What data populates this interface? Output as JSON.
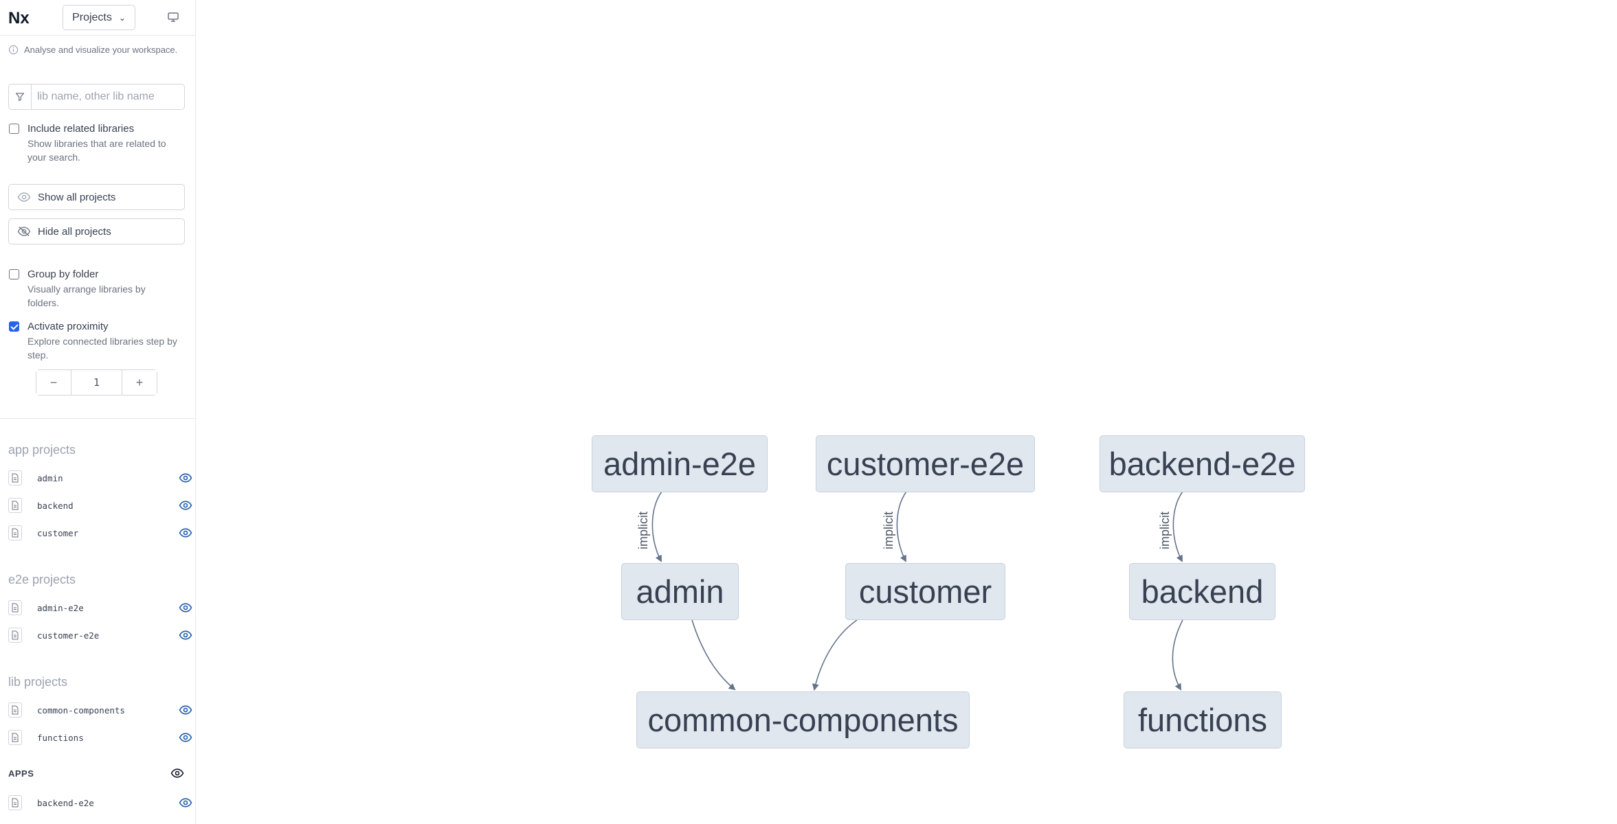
{
  "header": {
    "logo": "Nx",
    "select_value": "Projects",
    "select_options": [
      "Projects"
    ]
  },
  "info": {
    "text": "Analyse and visualize your workspace."
  },
  "filter": {
    "placeholder": "lib name, other lib name",
    "value": ""
  },
  "options": {
    "include_related": {
      "title": "Include related libraries",
      "description": "Show libraries that are related to your search.",
      "checked": false
    },
    "group_by_folder": {
      "title": "Group by folder",
      "description": "Visually arrange libraries by folders.",
      "checked": false
    },
    "activate_proximity": {
      "title": "Activate proximity",
      "description": "Explore connected libraries step by step.",
      "checked": true,
      "value": "1",
      "minus": "−",
      "plus": "+"
    }
  },
  "buttons": {
    "show_all": "Show all projects",
    "hide_all": "Hide all projects"
  },
  "groups": [
    {
      "title": "app projects",
      "items": [
        "admin",
        "backend",
        "customer"
      ]
    },
    {
      "title": "e2e projects",
      "items": [
        "admin-e2e",
        "customer-e2e"
      ]
    },
    {
      "title": "lib projects",
      "items": [
        "common-components",
        "functions"
      ]
    },
    {
      "title": "APPS",
      "items": [
        "backend-e2e"
      ]
    }
  ],
  "graph": {
    "nodes": [
      "admin-e2e",
      "customer-e2e",
      "backend-e2e",
      "admin",
      "customer",
      "backend",
      "common-components",
      "functions"
    ],
    "edges": [
      {
        "from": "admin-e2e",
        "to": "admin",
        "label": "implicit"
      },
      {
        "from": "customer-e2e",
        "to": "customer",
        "label": "implicit"
      },
      {
        "from": "backend-e2e",
        "to": "backend",
        "label": "implicit"
      },
      {
        "from": "admin",
        "to": "common-components",
        "label": ""
      },
      {
        "from": "customer",
        "to": "common-components",
        "label": ""
      },
      {
        "from": "backend",
        "to": "functions",
        "label": ""
      }
    ]
  },
  "colors": {
    "node_fill": "#e1e7ef",
    "edge": "#64748b",
    "checkbox_accent": "#2563eb",
    "eye_icon": "#1e5ba8"
  }
}
